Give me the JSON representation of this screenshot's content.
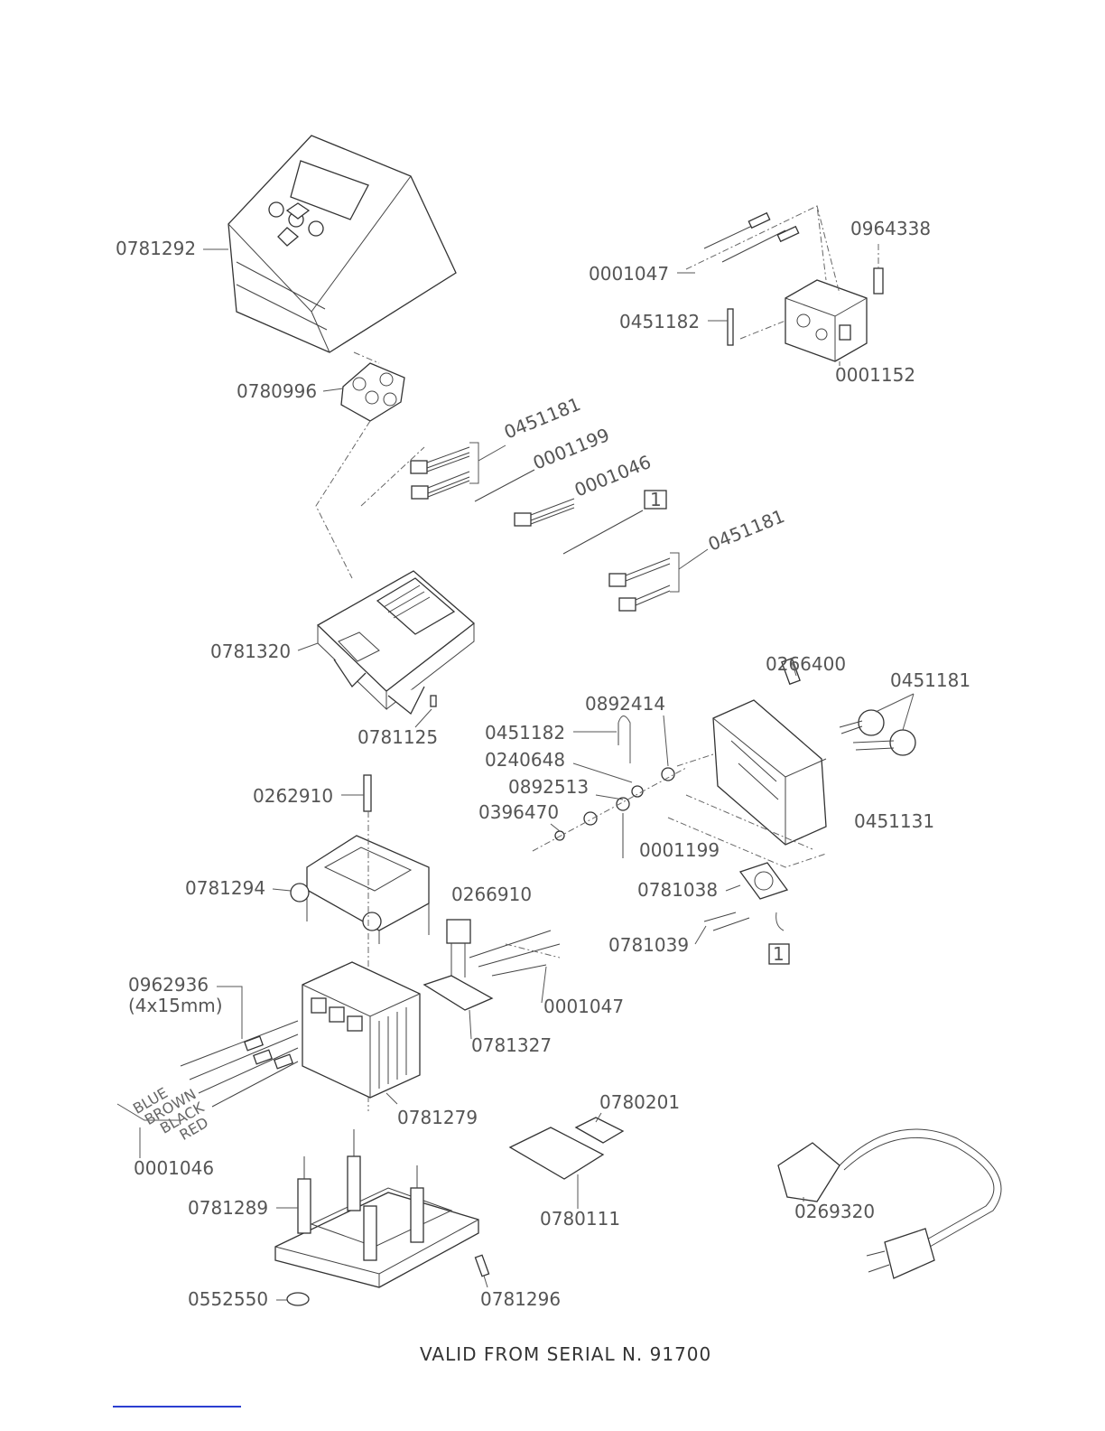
{
  "labels": {
    "p0781292": "0781292",
    "p0780996": "0780996",
    "p0001047_top": "0001047",
    "p0964338": "0964338",
    "p0451182_top": "0451182",
    "p0001152": "0001152",
    "p0451181_a": "0451181",
    "p0001199_a": "0001199",
    "p0001046_a": "0001046",
    "ref1_a": "1",
    "p0451181_b": "0451181",
    "p0781320": "0781320",
    "p0781125": "0781125",
    "p0266400": "0266400",
    "p0451181_c": "0451181",
    "p0892414": "0892414",
    "p0451182_mid": "0451182",
    "p0240648": "0240648",
    "p0892513": "0892513",
    "p0396470": "0396470",
    "p0451131": "0451131",
    "p0001199_b": "0001199",
    "p0781038": "0781038",
    "p0781039": "0781039",
    "ref1_b": "1",
    "p0262910": "0262910",
    "p0781294": "0781294",
    "p0266910": "0266910",
    "p0962936": "0962936",
    "p0962936_size": "(4x15mm)",
    "p0001047_bot": "0001047",
    "p0781327": "0781327",
    "p0781279": "0781279",
    "p0001046_b": "0001046",
    "p0780201": "0780201",
    "p0780111": "0780111",
    "p0269320": "0269320",
    "p0781289": "0781289",
    "p0552550": "0552550",
    "p0781296": "0781296"
  },
  "wires": [
    "BLUE",
    "BROWN",
    "BLACK",
    "RED"
  ],
  "footer": "VALID FROM SERIAL N. 91700"
}
